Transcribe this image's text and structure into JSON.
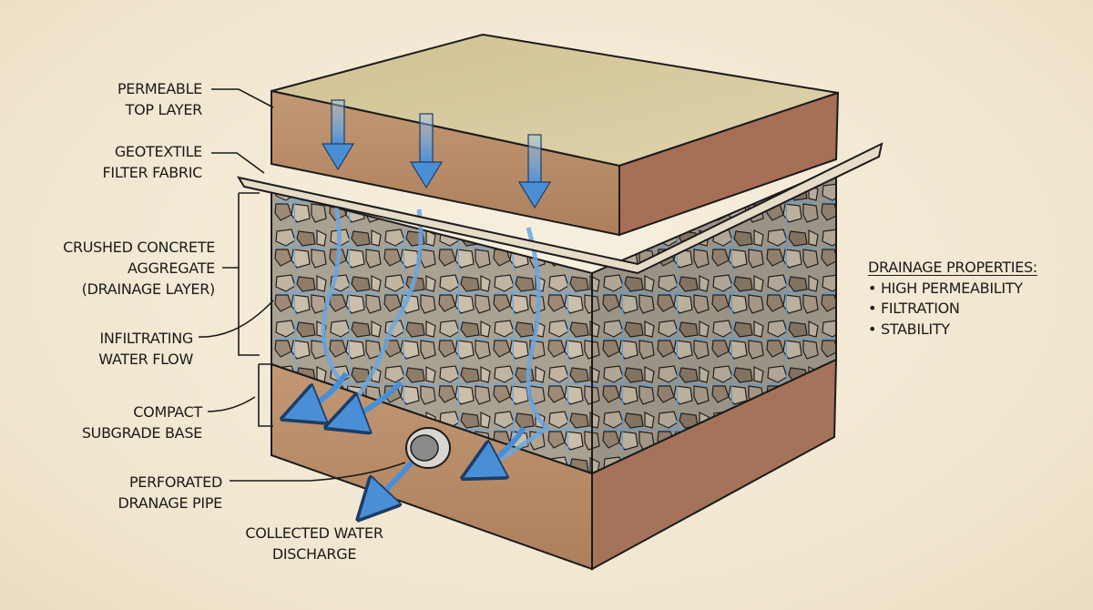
{
  "diagram": {
    "subject": "Permeable pavement cross-section with crushed concrete aggregate drainage layer",
    "colors": {
      "paper": "#f4ecd9",
      "top_layer_surface": "#d6c79c",
      "top_layer_side": "#b48763",
      "fabric": "#e6dcc8",
      "aggregate_bg": "#a8a092",
      "stone": "#b9ab98",
      "water": "#5b9bd8",
      "subgrade": "#bf916c",
      "subgrade_side": "#a4735a",
      "ink": "#1b1b1b"
    },
    "labels": {
      "top_layer": [
        "PERMEABLE",
        "TOP LAYER"
      ],
      "fabric": [
        "GEOTEXTILE",
        "FILTER FABRIC"
      ],
      "aggregate": [
        "CRUSHED CONCRETE",
        "AGGREGATE",
        "(DRAINAGE LAYER)"
      ],
      "water_flow": [
        "INFILTRATING",
        "WATER FLOW"
      ],
      "subgrade": [
        "COMPACT",
        "SUBGRADE BASE"
      ],
      "pipe": [
        "PERFORATED",
        "DRANAGE PIPE"
      ],
      "discharge": [
        "COLLECTED WATER",
        "DISCHARGE"
      ]
    },
    "properties": {
      "title": "DRAINAGE PROPERTIES:",
      "items": [
        "HIGH PERMEABILITY",
        "FILTRATION",
        "STABILITY"
      ]
    }
  }
}
